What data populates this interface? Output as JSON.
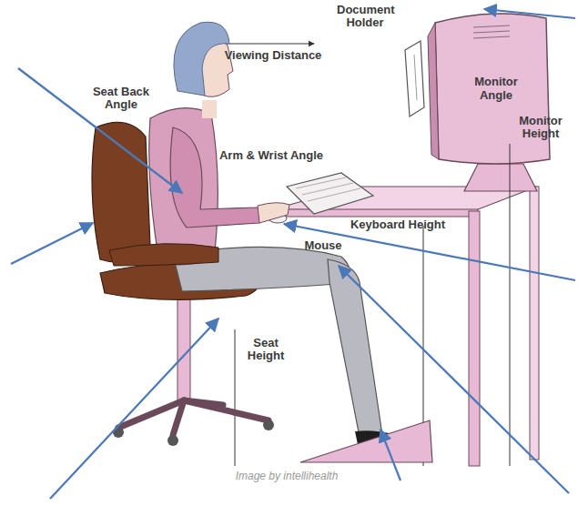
{
  "diagram": {
    "nodes": [
      {
        "text": [
          "Monitor Angle"
        ]
      }
    ],
    "labels": [
      "Document Holder",
      "Viewing Distance",
      "Seat Back Angle",
      "Arm & Wrist Angle",
      "Keyboard Height",
      "Monitor Height",
      "Mouse",
      "Seat Height",
      "Image by intellihealth"
    ]
  }
}
